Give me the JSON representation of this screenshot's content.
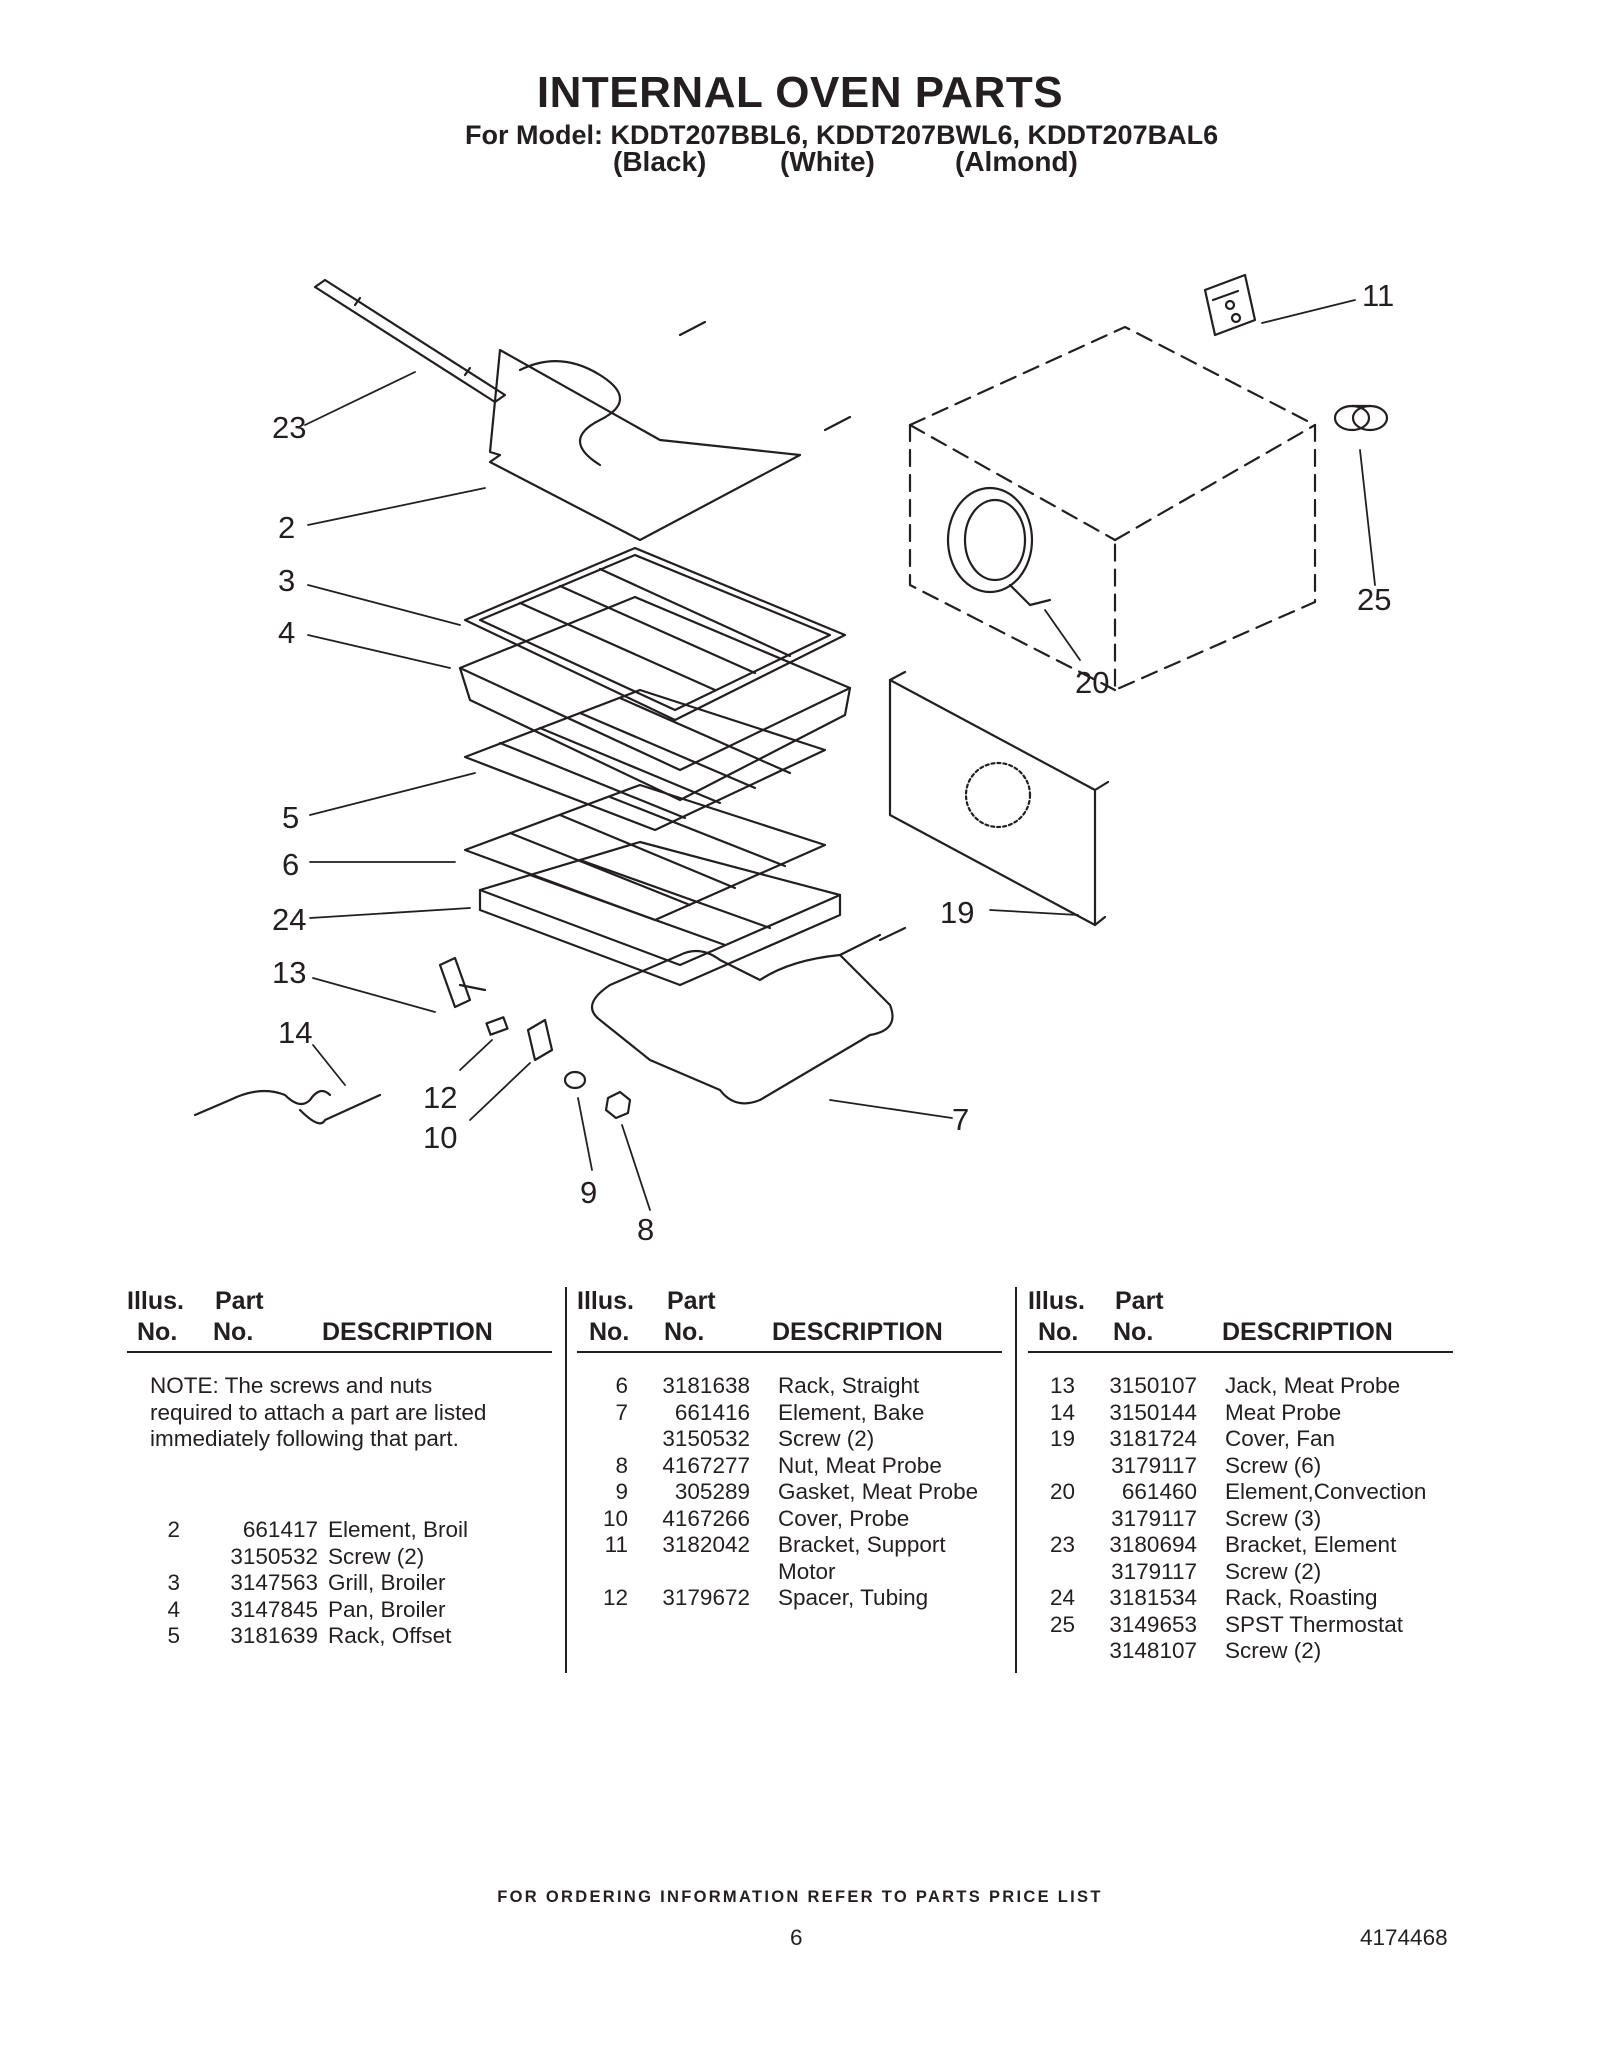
{
  "header": {
    "title": "INTERNAL OVEN PARTS",
    "model_line": "For Model: KDDT207BBL6, KDDT207BWL6, KDDT207BAL6",
    "colors": [
      "(Black)",
      "(White)",
      "(Almond)"
    ]
  },
  "callouts": [
    "11",
    "23",
    "2",
    "3",
    "4",
    "25",
    "20",
    "5",
    "6",
    "24",
    "19",
    "13",
    "14",
    "12",
    "10",
    "7",
    "9",
    "8"
  ],
  "table": {
    "header_illus": "Illus.",
    "header_part": "Part",
    "header_no": "No.",
    "header_desc": "DESCRIPTION",
    "note": "NOTE: The screws and nuts required to attach a part are listed immediately following that part.",
    "col1": [
      {
        "illus": "2",
        "part": "661417",
        "desc": "Element, Broil"
      },
      {
        "illus": "",
        "part": "3150532",
        "desc": "Screw (2)"
      },
      {
        "illus": "3",
        "part": "3147563",
        "desc": "Grill, Broiler"
      },
      {
        "illus": "4",
        "part": "3147845",
        "desc": "Pan, Broiler"
      },
      {
        "illus": "5",
        "part": "3181639",
        "desc": "Rack, Offset"
      }
    ],
    "col2": [
      {
        "illus": "6",
        "part": "3181638",
        "desc": "Rack, Straight"
      },
      {
        "illus": "7",
        "part": "661416",
        "desc": "Element, Bake"
      },
      {
        "illus": "",
        "part": "3150532",
        "desc": "Screw (2)"
      },
      {
        "illus": "8",
        "part": "4167277",
        "desc": "Nut, Meat Probe"
      },
      {
        "illus": "9",
        "part": "305289",
        "desc": "Gasket, Meat Probe"
      },
      {
        "illus": "10",
        "part": "4167266",
        "desc": "Cover, Probe"
      },
      {
        "illus": "11",
        "part": "3182042",
        "desc": "Bracket, Support"
      },
      {
        "illus": "",
        "part": "",
        "desc": "Motor"
      },
      {
        "illus": "12",
        "part": "3179672",
        "desc": "Spacer, Tubing"
      }
    ],
    "col3": [
      {
        "illus": "13",
        "part": "3150107",
        "desc": "Jack, Meat Probe"
      },
      {
        "illus": "14",
        "part": "3150144",
        "desc": "Meat Probe"
      },
      {
        "illus": "19",
        "part": "3181724",
        "desc": "Cover, Fan"
      },
      {
        "illus": "",
        "part": "3179117",
        "desc": "Screw (6)"
      },
      {
        "illus": "20",
        "part": "661460",
        "desc": "Element,Convection"
      },
      {
        "illus": "",
        "part": "3179117",
        "desc": "Screw (3)"
      },
      {
        "illus": "23",
        "part": "3180694",
        "desc": "Bracket, Element"
      },
      {
        "illus": "",
        "part": "3179117",
        "desc": "Screw (2)"
      },
      {
        "illus": "24",
        "part": "3181534",
        "desc": "Rack, Roasting"
      },
      {
        "illus": "25",
        "part": "3149653",
        "desc": "SPST Thermostat"
      },
      {
        "illus": "",
        "part": "3148107",
        "desc": "Screw (2)"
      }
    ]
  },
  "footer": {
    "ordering": "FOR ORDERING INFORMATION REFER TO PARTS PRICE LIST",
    "page": "6",
    "doc_number": "4174468"
  }
}
